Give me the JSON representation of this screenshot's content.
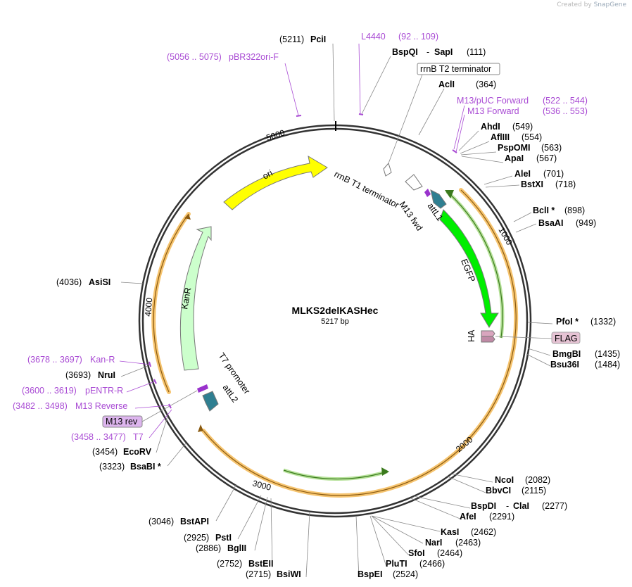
{
  "credit": {
    "created_by": "Created by",
    "brand": "SnapGene"
  },
  "plasmid": {
    "name": "MLKS2delKASHec",
    "length": "5217 bp"
  },
  "ruler_ticks": [
    "5000",
    "1000",
    "2000",
    "3000",
    "4000"
  ],
  "features": {
    "ori": "ori",
    "kanr": "KanR",
    "egfp": "EGFP",
    "ha": "HA",
    "flag": "FLAG",
    "rrnb_t1": "rrnB T1 terminator",
    "rrnb_t2": "rrnB T2 terminator",
    "attl1": "attL1",
    "attl2": "attL2",
    "m13_fwd": "M13 fwd",
    "t7_promoter": "T7 promoter",
    "m13_rev": "M13 rev"
  },
  "enzymes": [
    {
      "name": "PciI",
      "pos": "(5211)"
    },
    {
      "name": "BspQI",
      "pos": ""
    },
    {
      "name": "SapI",
      "pos": "(111)"
    },
    {
      "name": "AclI",
      "pos": "(364)"
    },
    {
      "name": "AhdI",
      "pos": "(549)"
    },
    {
      "name": "AflIII",
      "pos": "(554)"
    },
    {
      "name": "PspOMI",
      "pos": "(563)"
    },
    {
      "name": "ApaI",
      "pos": "(567)"
    },
    {
      "name": "AleI",
      "pos": "(701)"
    },
    {
      "name": "BstXI",
      "pos": "(718)"
    },
    {
      "name": "BclI *",
      "pos": "(898)"
    },
    {
      "name": "BsaAI",
      "pos": "(949)"
    },
    {
      "name": "PfoI *",
      "pos": "(1332)"
    },
    {
      "name": "BmgBI",
      "pos": "(1435)"
    },
    {
      "name": "Bsu36I",
      "pos": "(1484)"
    },
    {
      "name": "NcoI",
      "pos": "(2082)"
    },
    {
      "name": "BbvCI",
      "pos": "(2115)"
    },
    {
      "name": "BspDI",
      "pos": ""
    },
    {
      "name": "ClaI",
      "pos": "(2277)"
    },
    {
      "name": "AfeI",
      "pos": "(2291)"
    },
    {
      "name": "KasI",
      "pos": "(2462)"
    },
    {
      "name": "NarI",
      "pos": "(2463)"
    },
    {
      "name": "SfoI",
      "pos": "(2464)"
    },
    {
      "name": "PluTI",
      "pos": "(2466)"
    },
    {
      "name": "BspEI",
      "pos": "(2524)"
    },
    {
      "name": "BsiWI",
      "pos": "(2715)"
    },
    {
      "name": "BstEII",
      "pos": "(2752)"
    },
    {
      "name": "BglII",
      "pos": "(2886)"
    },
    {
      "name": "PstI",
      "pos": "(2925)"
    },
    {
      "name": "BstAPI",
      "pos": "(3046)"
    },
    {
      "name": "BsaBI *",
      "pos": "(3323)"
    },
    {
      "name": "EcoRV",
      "pos": "(3454)"
    },
    {
      "name": "NruI",
      "pos": "(3693)"
    },
    {
      "name": "AsiSI",
      "pos": "(4036)"
    }
  ],
  "primers": [
    {
      "name": "L4440",
      "range": "(92 .. 109)"
    },
    {
      "name": "pBR322ori-F",
      "range": "(5056 .. 5075)"
    },
    {
      "name": "M13/pUC Forward",
      "range": "(522 .. 544)"
    },
    {
      "name": "M13 Forward",
      "range": "(536 .. 553)"
    },
    {
      "name": "Kan-R",
      "range": "(3678 .. 3697)"
    },
    {
      "name": "pENTR-R",
      "range": "(3600 .. 3619)"
    },
    {
      "name": "M13 Reverse",
      "range": "(3482 .. 3498)"
    },
    {
      "name": "T7",
      "range": "(3458 .. 3477)"
    }
  ]
}
